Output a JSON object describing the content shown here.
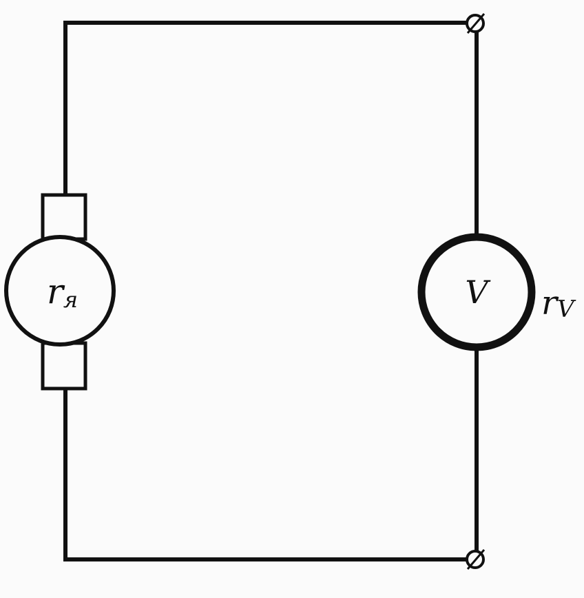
{
  "diagram": {
    "type": "circuit",
    "colors": {
      "background": "#fbfbfb",
      "stroke": "#111111"
    },
    "components": {
      "armature": {
        "kind": "dc-machine-armature",
        "label_main": "r",
        "label_sub": "я"
      },
      "voltmeter": {
        "kind": "voltmeter",
        "symbol": "V",
        "resistance_label_main": "r",
        "resistance_label_sub": "V"
      },
      "terminals": [
        "terminal-top",
        "terminal-bottom"
      ]
    },
    "connections": [
      [
        "armature",
        "terminal-top"
      ],
      [
        "terminal-top",
        "voltmeter"
      ],
      [
        "voltmeter",
        "terminal-bottom"
      ],
      [
        "terminal-bottom",
        "armature"
      ]
    ]
  }
}
